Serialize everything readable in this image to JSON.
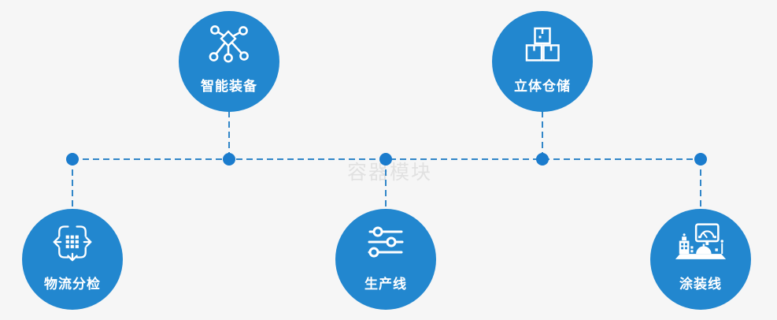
{
  "watermark": "容器模块",
  "colors": {
    "background": "#f6f6f6",
    "node_fill": "#2287cf",
    "connector_line": "#3186c8",
    "junction_dot": "#1b7ccd",
    "label_text": "#ffffff",
    "watermark_text": "#e1e1e1"
  },
  "nodes": [
    {
      "label": "智能装备",
      "icon": "network-nodes-icon",
      "row": "top",
      "order": 1
    },
    {
      "label": "立体仓储",
      "icon": "stacked-boxes-icon",
      "row": "top",
      "order": 2
    },
    {
      "label": "物流分检",
      "icon": "sort-distribute-icon",
      "row": "bottom",
      "order": 3
    },
    {
      "label": "生产线",
      "icon": "sliders-icon",
      "row": "bottom",
      "order": 4
    },
    {
      "label": "涂装线",
      "icon": "control-station-icon",
      "row": "bottom",
      "order": 5
    }
  ],
  "connections": {
    "type": "horizontal-bus-with-branches",
    "style": "dashed",
    "junction_order_left_to_right": [
      "物流分检",
      "智能装备",
      "生产线",
      "立体仓储",
      "涂装线"
    ]
  }
}
